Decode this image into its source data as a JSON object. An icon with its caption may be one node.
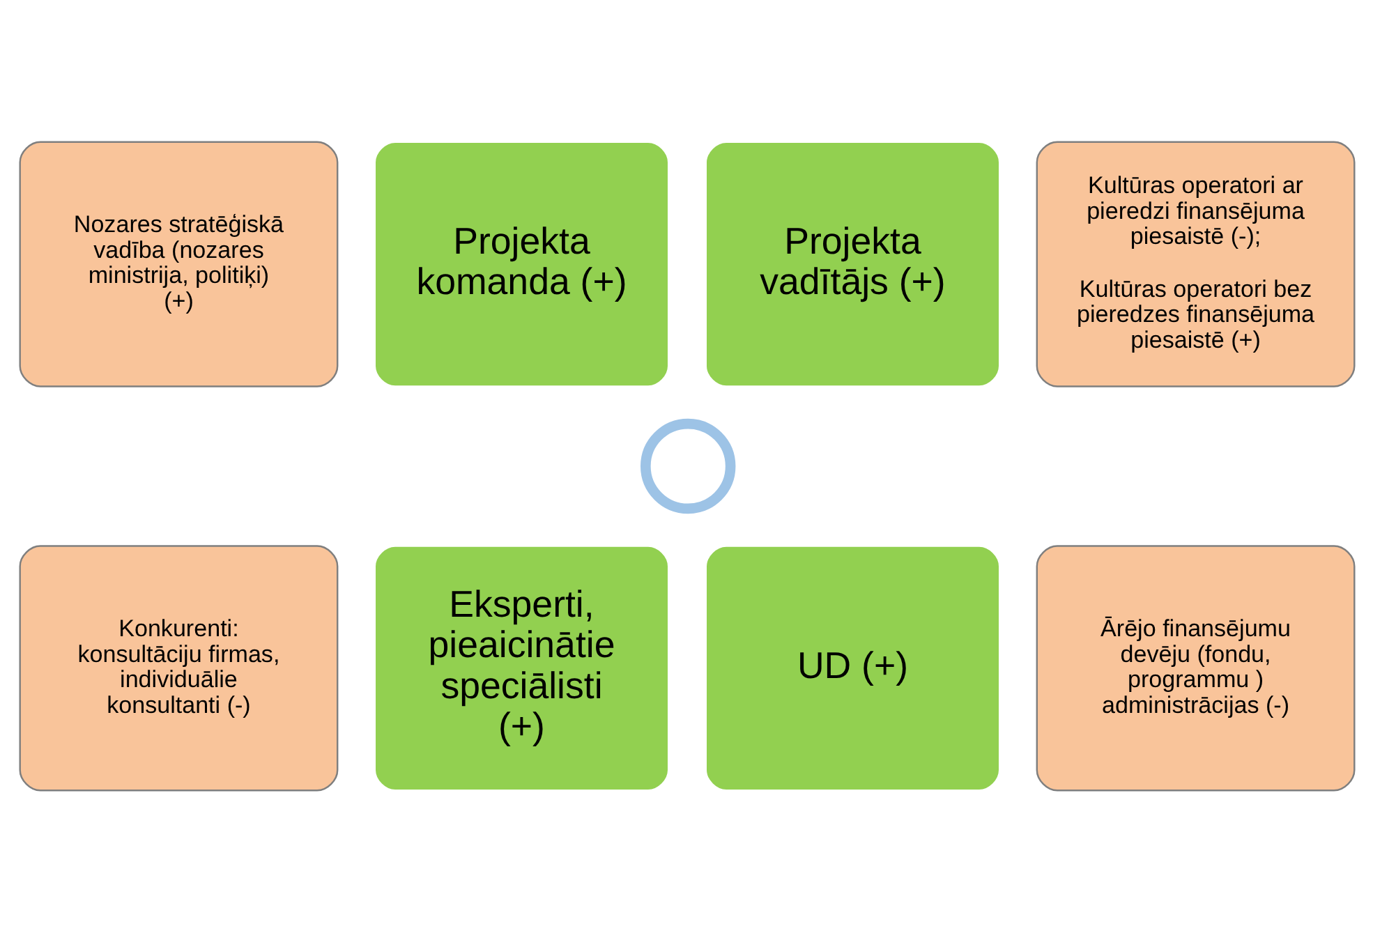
{
  "diagram": {
    "nodes": [
      {
        "text": [
          "Nozares stratēģiskā vadība (nozares ministrija, politiķi) (+)"
        ]
      },
      {
        "text": [
          "Projekta komanda (+)"
        ]
      },
      {
        "text": [
          "Projekta vadītājs (+)"
        ]
      },
      {
        "text": [
          "Kultūras operatori ar pieredzi finansējuma piesaistē (-);",
          "Kultūras operatori bez pieredzes finansējuma piesaistē (+)"
        ]
      },
      {
        "text": [],
        "shape": "circle"
      },
      {
        "text": [
          "Konkurenti: konsultāciju firmas, individuālie konsultanti (-)"
        ]
      },
      {
        "text": [
          "Eksperti, pieaicinātie speciālisti (+)"
        ]
      },
      {
        "text": [
          "UD (+)"
        ]
      },
      {
        "text": [
          "Ārējo finansējumu devēju (fondu, programmu ) administrācijas (-)"
        ]
      }
    ],
    "edges": []
  }
}
